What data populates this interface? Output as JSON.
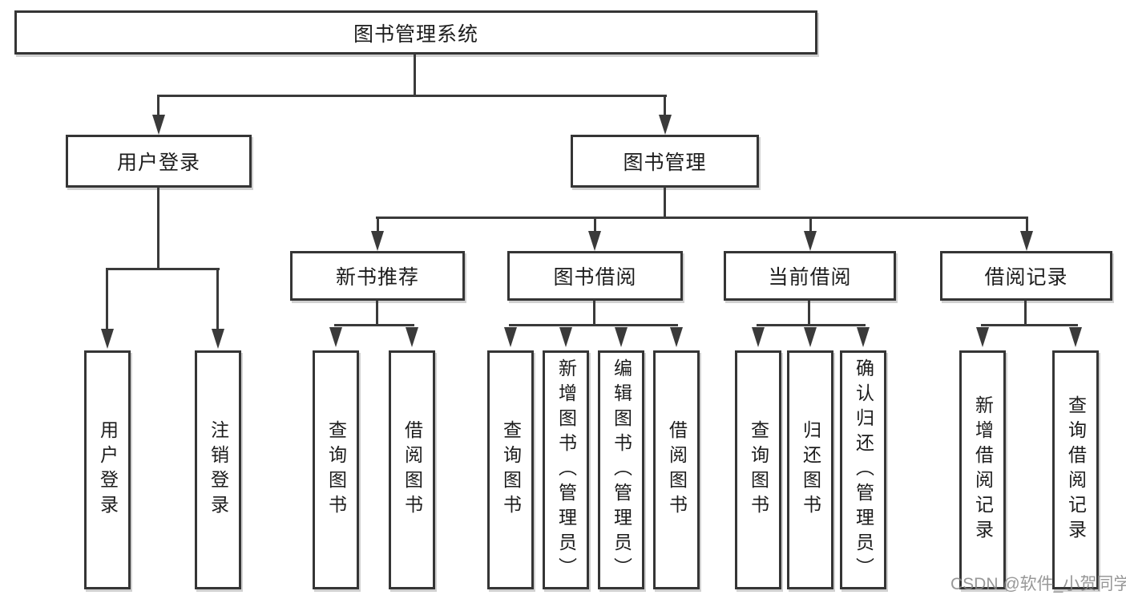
{
  "diagram": {
    "root": {
      "label": "图书管理系统"
    },
    "level2": [
      {
        "label": "用户登录"
      },
      {
        "label": "图书管理"
      }
    ],
    "level3": [
      {
        "label": "新书推荐"
      },
      {
        "label": "图书借阅"
      },
      {
        "label": "当前借阅"
      },
      {
        "label": "借阅记录"
      }
    ],
    "leaves": {
      "user_login": [
        "用户登录",
        "注销登录"
      ],
      "new_book": [
        "查询图书",
        "借阅图书"
      ],
      "book_borrow": [
        "查询图书",
        "新增图书（管理员）",
        "编辑图书（管理员）",
        "借阅图书"
      ],
      "current_borrow": [
        "查询图书",
        "归还图书",
        "确认归还（管理员）"
      ],
      "borrow_records": [
        "新增借阅记录",
        "查询借阅记录"
      ]
    },
    "watermark": "CSDN @软件_小贺同学",
    "colors": {
      "line": "#3a3a3a",
      "text": "#1c1c1c",
      "watermark": "#9b9b9b"
    }
  }
}
